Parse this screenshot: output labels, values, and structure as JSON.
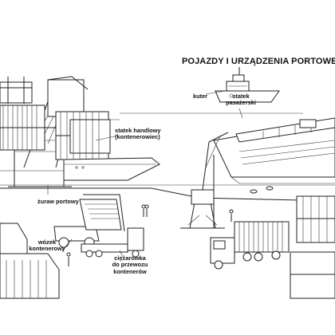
{
  "title": "POJAZDY I URZĄDZENIA PORTOWE",
  "labels": {
    "kuter": "kuter",
    "statek_pasazerski_1": "statek",
    "statek_pasazerski_2": "pasażerski",
    "statek_handlowy_1": "statek handlowy",
    "statek_handlowy_2": "(kontenerowiec)",
    "zuraw_portowy": "żuraw portowy",
    "wozek_1": "wózek",
    "wozek_2": "kontenerowy",
    "ciezarowka_1": "ciężarówka",
    "ciezarowka_2": "do przewozu",
    "ciezarowka_3": "kontenerów"
  }
}
